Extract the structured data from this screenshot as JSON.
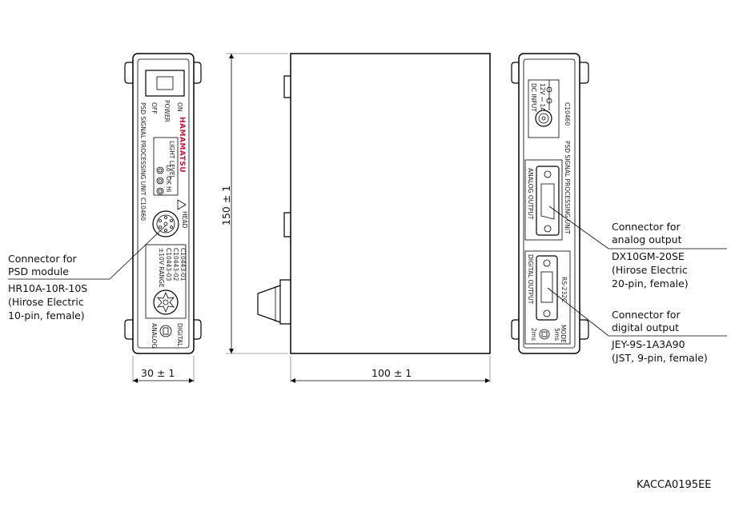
{
  "dimensions": {
    "width_label": "30 ± 1",
    "depth_label": "100 ± 1",
    "height_label": "150 ± 1"
  },
  "front_panel": {
    "brand": "HAMAMATSU",
    "model_text": "PSD SIGNAL PROCESSING UNIT  C10460",
    "on": "ON",
    "power": "POWER",
    "off": "OFF",
    "light_level": "LIGHT LEVEL",
    "level_marks": [
      "Lo",
      "OK",
      "Hi"
    ],
    "head": "HEAD",
    "model_list": [
      "C10443-01",
      "C10443-02",
      "C10443-03"
    ],
    "range": "±10V RANGE",
    "digital": "DIGITAL",
    "analog": "ANALOG"
  },
  "rear_panel": {
    "dc_input": "DC INPUT",
    "dc_rating": "12V ⎓ 1A",
    "model": "C10460",
    "unit_name": "PSD SIGNAL PROCESSING UNIT",
    "analog_output": "ANALOG OUTPUT",
    "digital_output": "DIGITAL OUTPUT",
    "rs232c": "RS-232C",
    "mode_2ms": "2ms",
    "mode_5ms": "5ms",
    "mode": "MODE"
  },
  "callouts": {
    "psd": {
      "title": [
        "Connector for",
        "PSD module"
      ],
      "part": "HR10A-10R-10S",
      "detail": [
        "(Hirose Electric",
        "10-pin, female)"
      ]
    },
    "analog": {
      "title": [
        "Connector for",
        "analog output"
      ],
      "part": "DX10GM-20SE",
      "detail": [
        "(Hirose Electric",
        "20-pin, female)"
      ]
    },
    "digital": {
      "title": [
        "Connector for",
        "digital output"
      ],
      "part": "JEY-9S-1A3A90",
      "detail": [
        "(JST, 9-pin, female)"
      ]
    }
  },
  "drawing_code": "KACCA0195EE"
}
